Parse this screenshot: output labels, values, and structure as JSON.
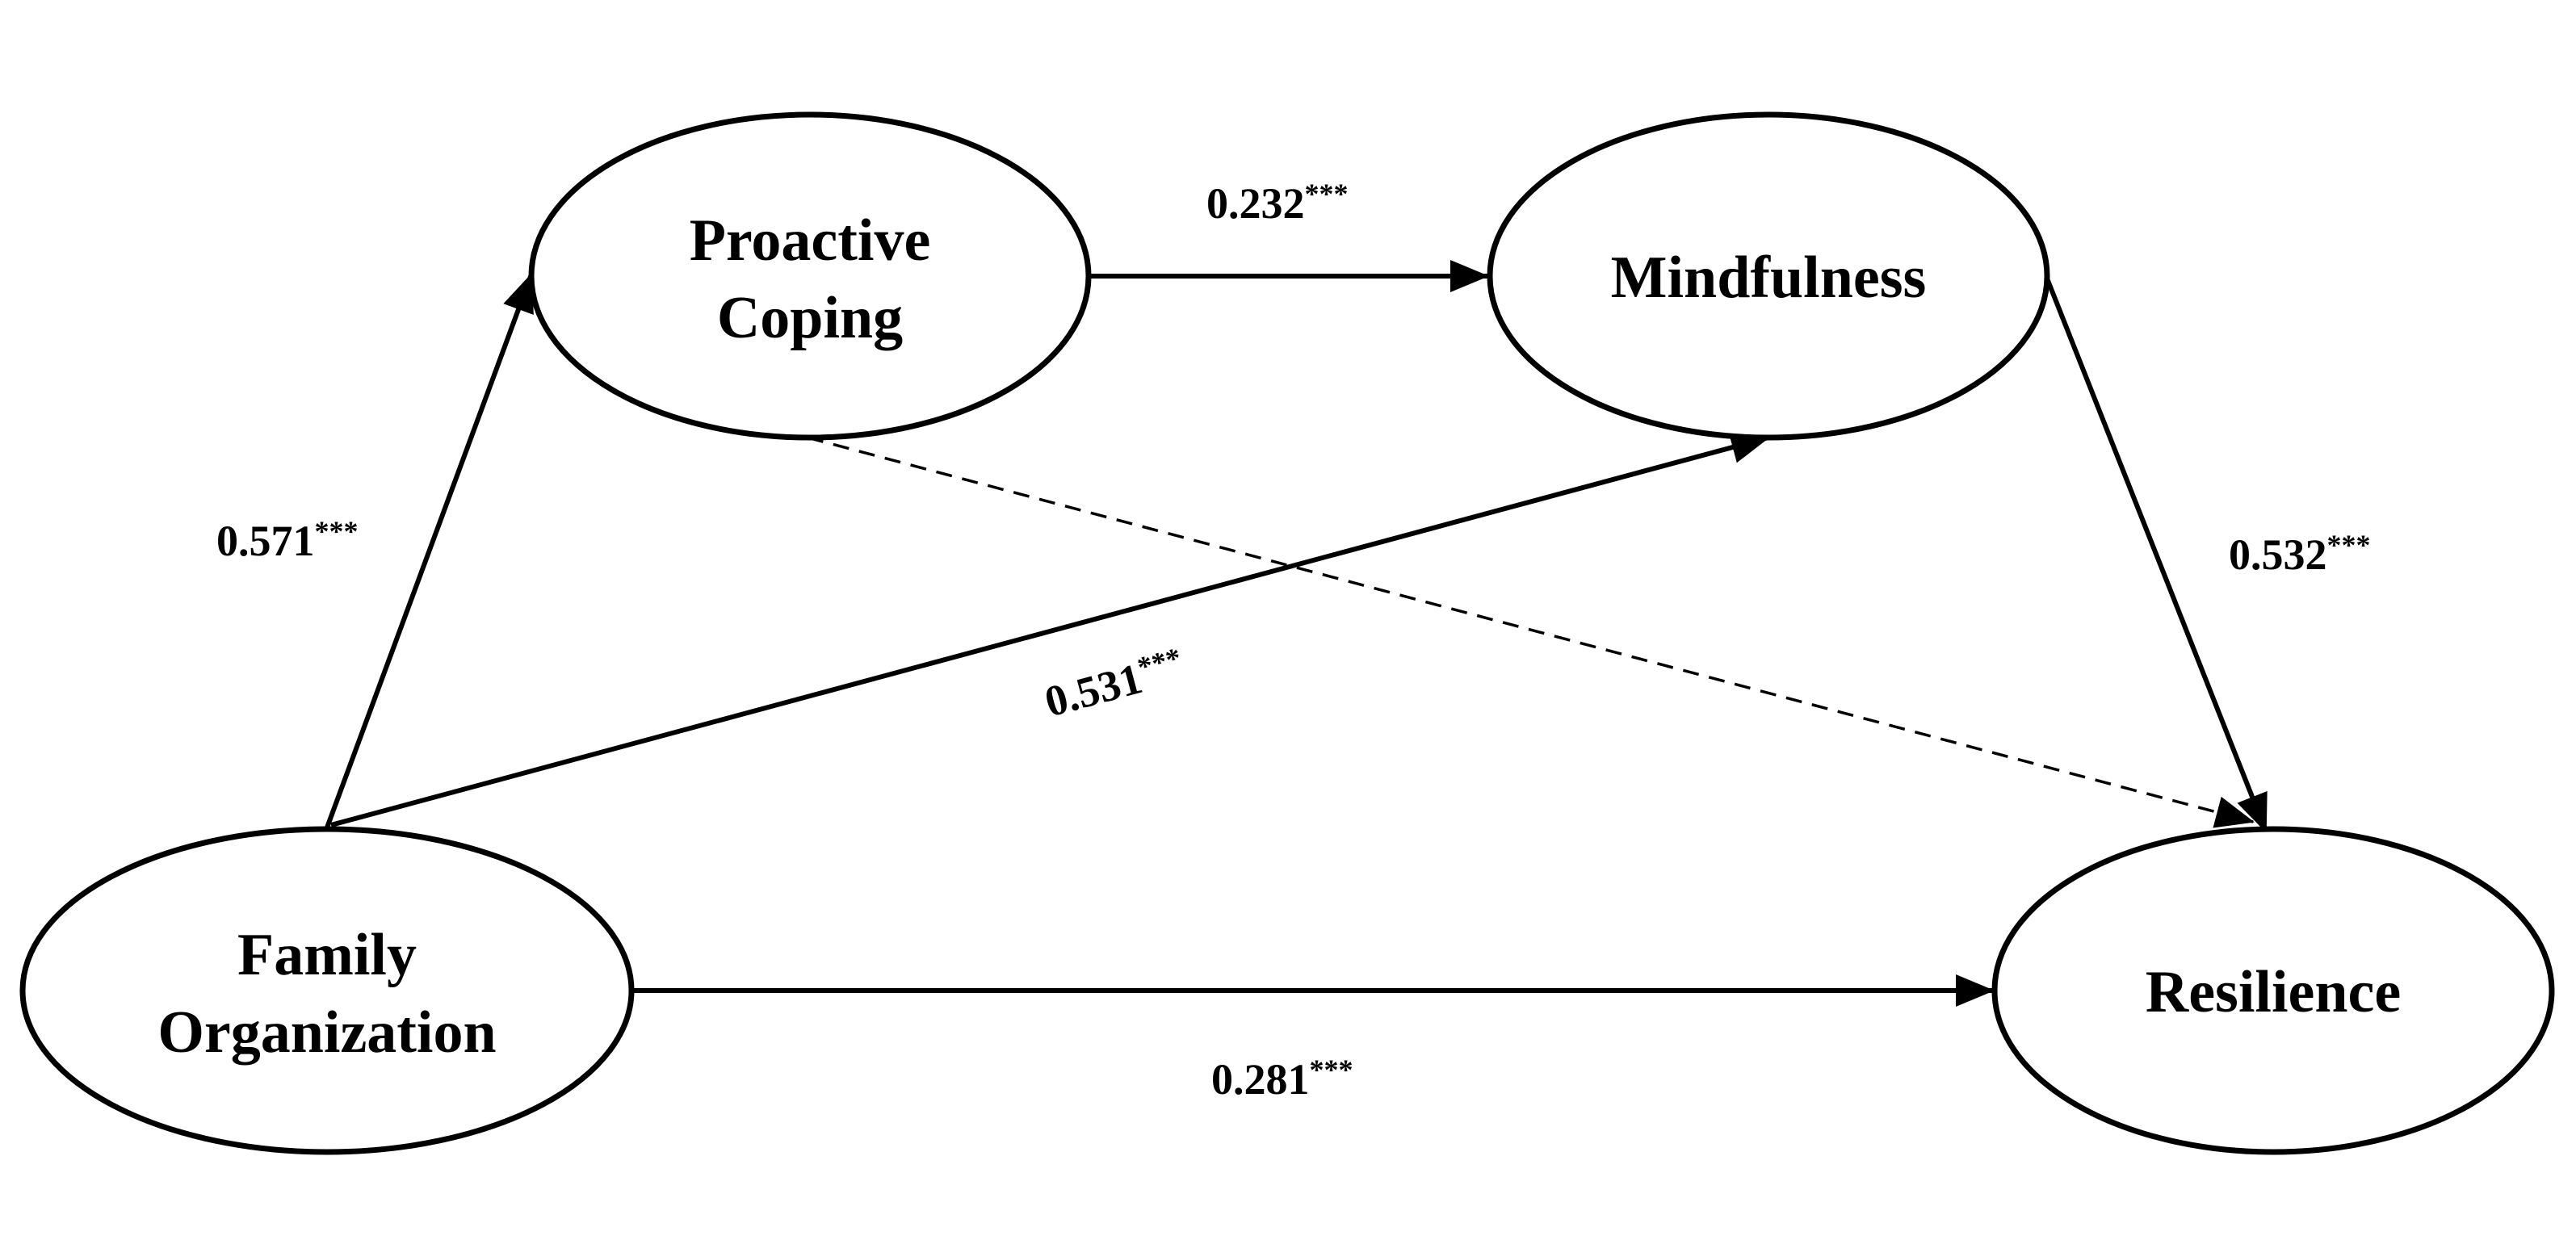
{
  "nodes": {
    "proactive_coping": {
      "line1": "Proactive",
      "line2": "Coping"
    },
    "mindfulness": {
      "label": "Mindfulness"
    },
    "family_organization": {
      "line1": "Family",
      "line2": "Organization"
    },
    "resilience": {
      "label": "Resilience"
    }
  },
  "paths": {
    "family_to_proactive": {
      "coef": "0.571",
      "sig": "***",
      "style": "solid"
    },
    "proactive_to_mindfulness": {
      "coef": "0.232",
      "sig": "***",
      "style": "solid"
    },
    "family_to_mindfulness": {
      "coef": "0.531",
      "sig": "***",
      "style": "solid"
    },
    "mindfulness_to_resilience": {
      "coef": "0.532",
      "sig": "***",
      "style": "solid"
    },
    "family_to_resilience": {
      "coef": "0.281",
      "sig": "***",
      "style": "solid"
    },
    "proactive_to_resilience": {
      "coef": "",
      "sig": "",
      "style": "dashed"
    }
  },
  "colors": {
    "stroke": "#000000",
    "background": "#ffffff"
  }
}
